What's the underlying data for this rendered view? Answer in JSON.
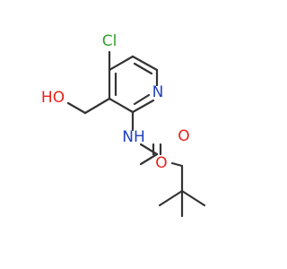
{
  "molecule": {
    "atoms": {
      "cl": "Cl",
      "n_ring": "N",
      "ho": "HO",
      "nh": "NH",
      "o_carbonyl": "O",
      "o_ester": "O"
    },
    "colors": {
      "chlorine": "#33a02c",
      "nitrogen": "#1f3fbf",
      "oxygen": "#e8221b",
      "bond": "#333333"
    }
  }
}
